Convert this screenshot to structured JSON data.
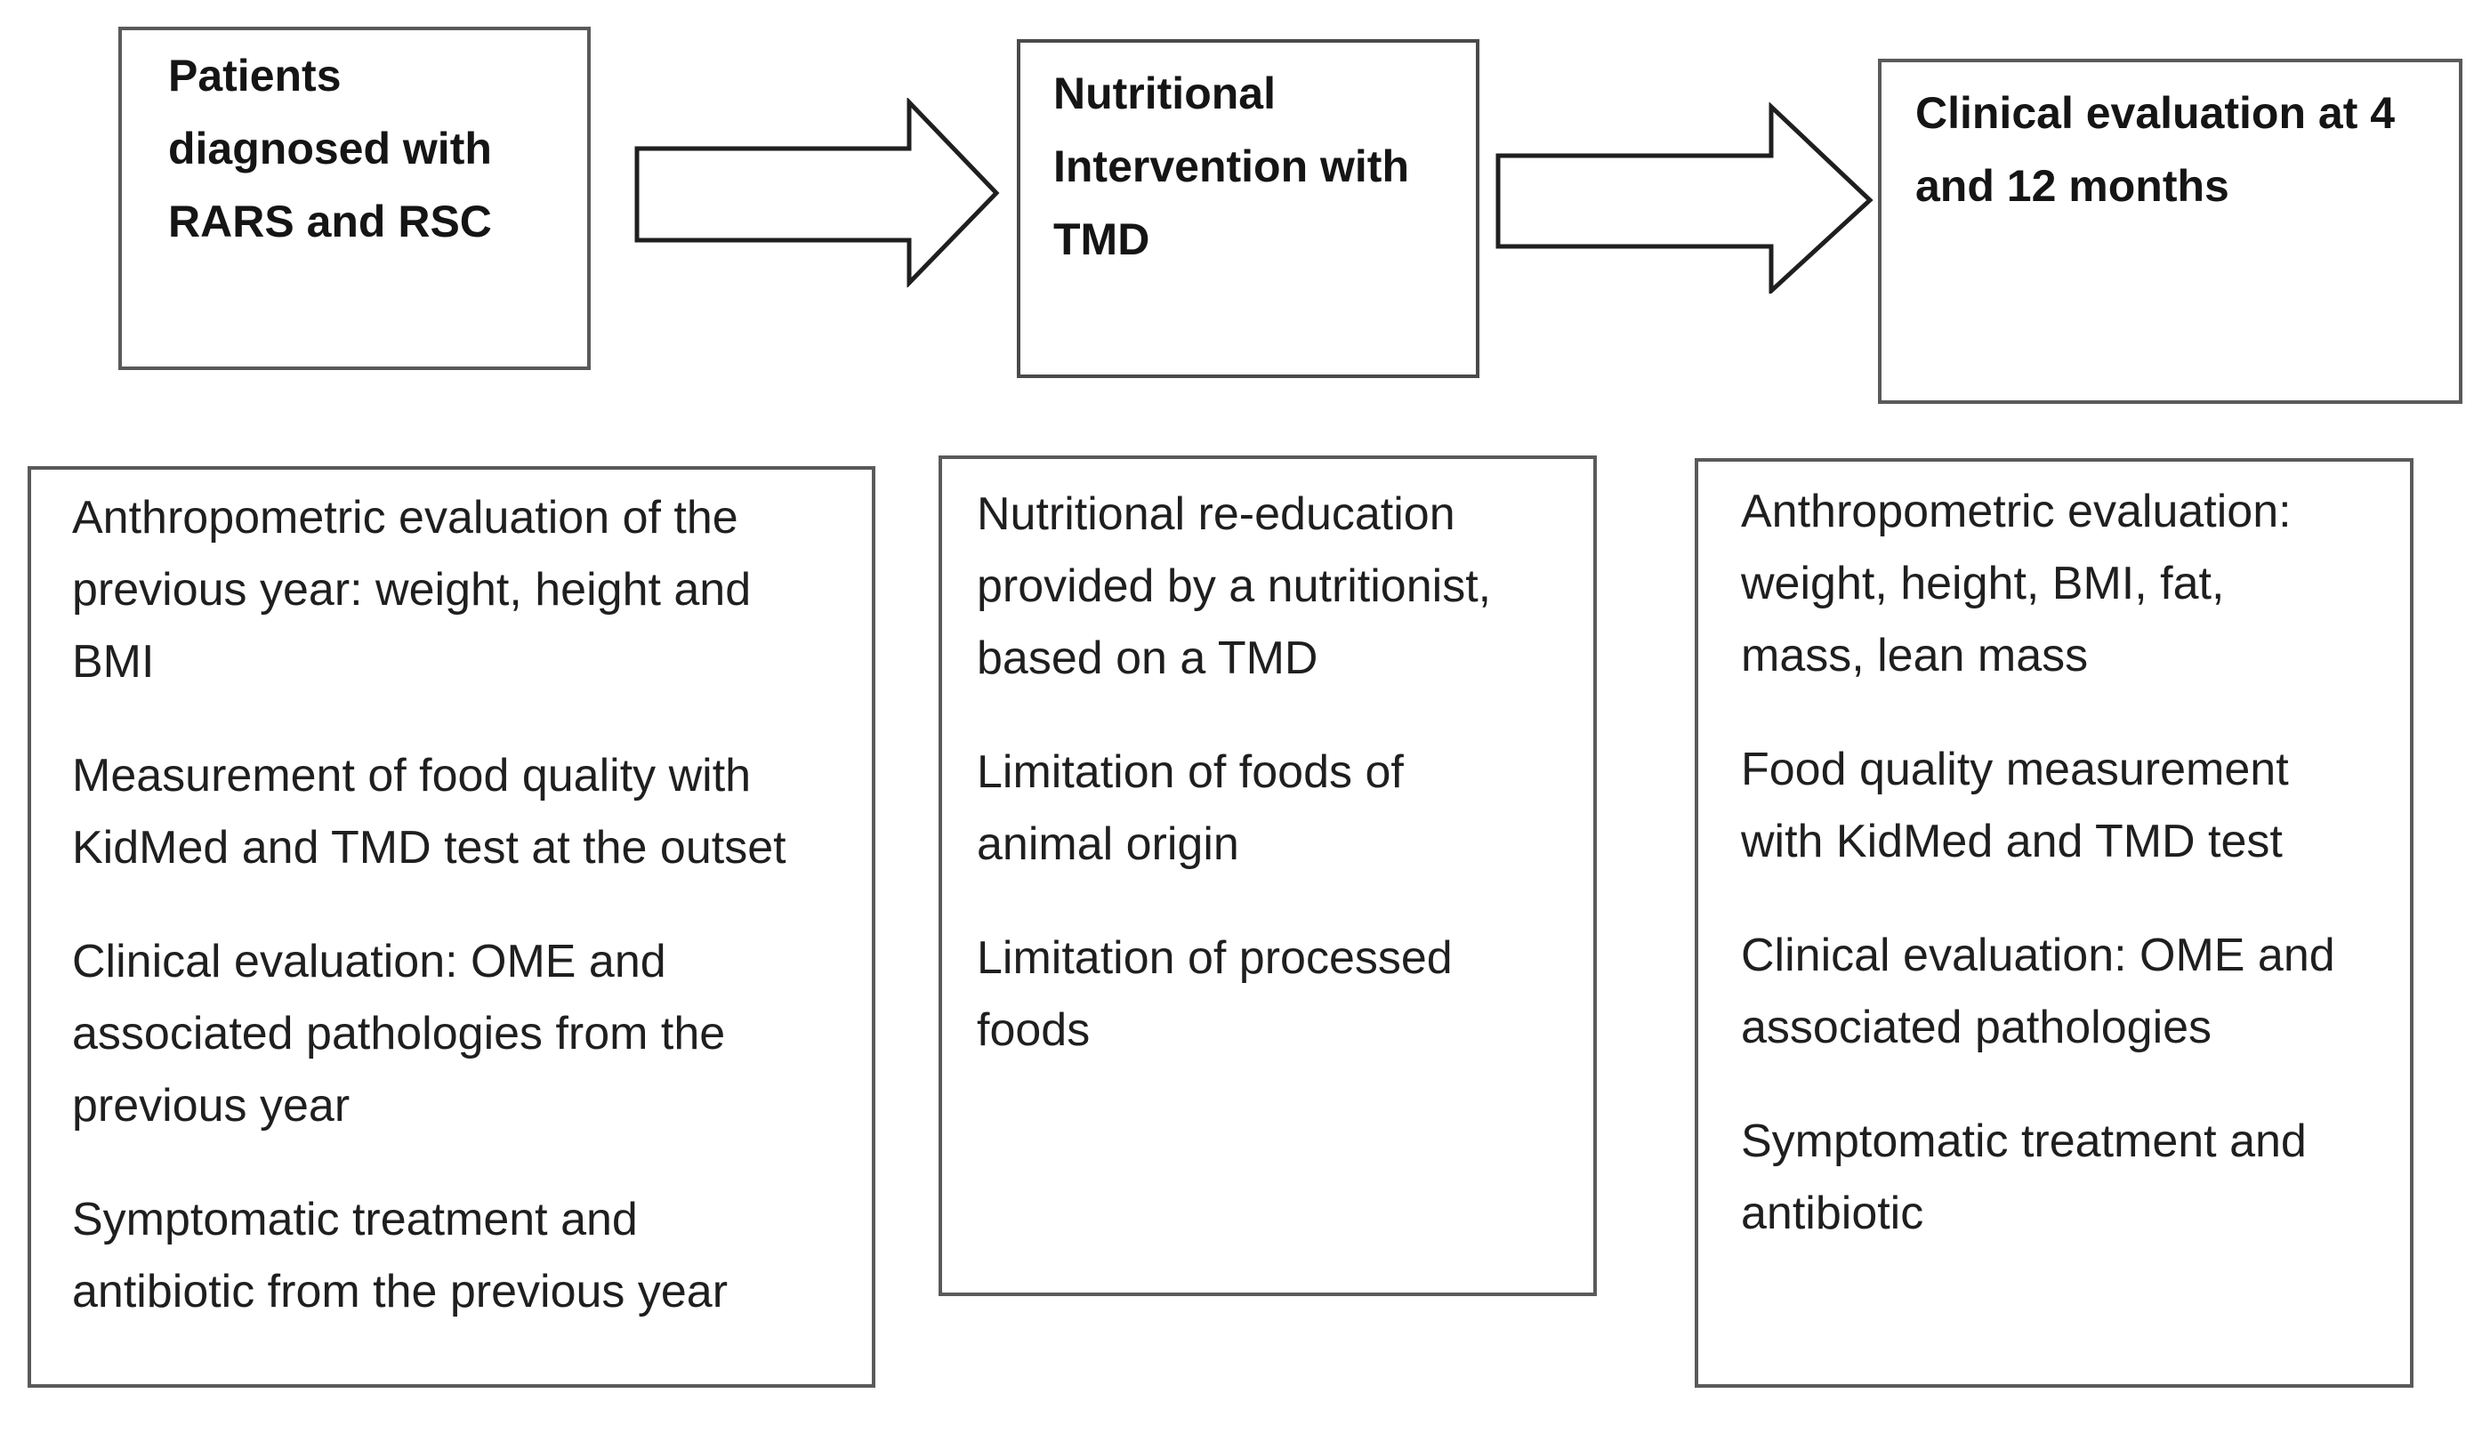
{
  "figure": {
    "background_color": "#ffffff",
    "text_color": "#1f1f1f",
    "border_color": "#5a5a5a",
    "arrow_outline_color": "#1f1f1f",
    "arrow_fill_color": "#ffffff"
  },
  "stages": [
    {
      "title_lines": [
        "Patients",
        "diagnosed with",
        "RARS and RSC"
      ]
    },
    {
      "title_lines": [
        "Nutritional",
        "Intervention with",
        "TMD"
      ]
    },
    {
      "title_lines": [
        "Clinical evaluation at 4",
        "and 12 months"
      ]
    }
  ],
  "details": [
    {
      "paragraphs": [
        [
          "Anthropometric evaluation of the",
          "previous year: weight, height and",
          "BMI"
        ],
        [
          "Measurement of food quality with",
          "KidMed and TMD test at the outset"
        ],
        [
          "Clinical evaluation: OME and",
          "associated pathologies from the",
          "previous year"
        ],
        [
          "Symptomatic treatment and",
          "antibiotic from the previous year"
        ]
      ]
    },
    {
      "paragraphs": [
        [
          "Nutritional re-education",
          "provided by a nutritionist,",
          "based on a TMD"
        ],
        [
          "Limitation of foods of",
          "animal origin"
        ],
        [
          "Limitation of processed",
          "foods"
        ]
      ]
    },
    {
      "paragraphs": [
        [
          "Anthropometric evaluation:",
          "weight, height, BMI, fat,",
          "mass, lean mass"
        ],
        [
          "Food quality measurement",
          "with KidMed and TMD test"
        ],
        [
          "Clinical evaluation: OME and",
          "associated pathologies"
        ],
        [
          "Symptomatic treatment and",
          "antibiotic"
        ]
      ]
    }
  ]
}
